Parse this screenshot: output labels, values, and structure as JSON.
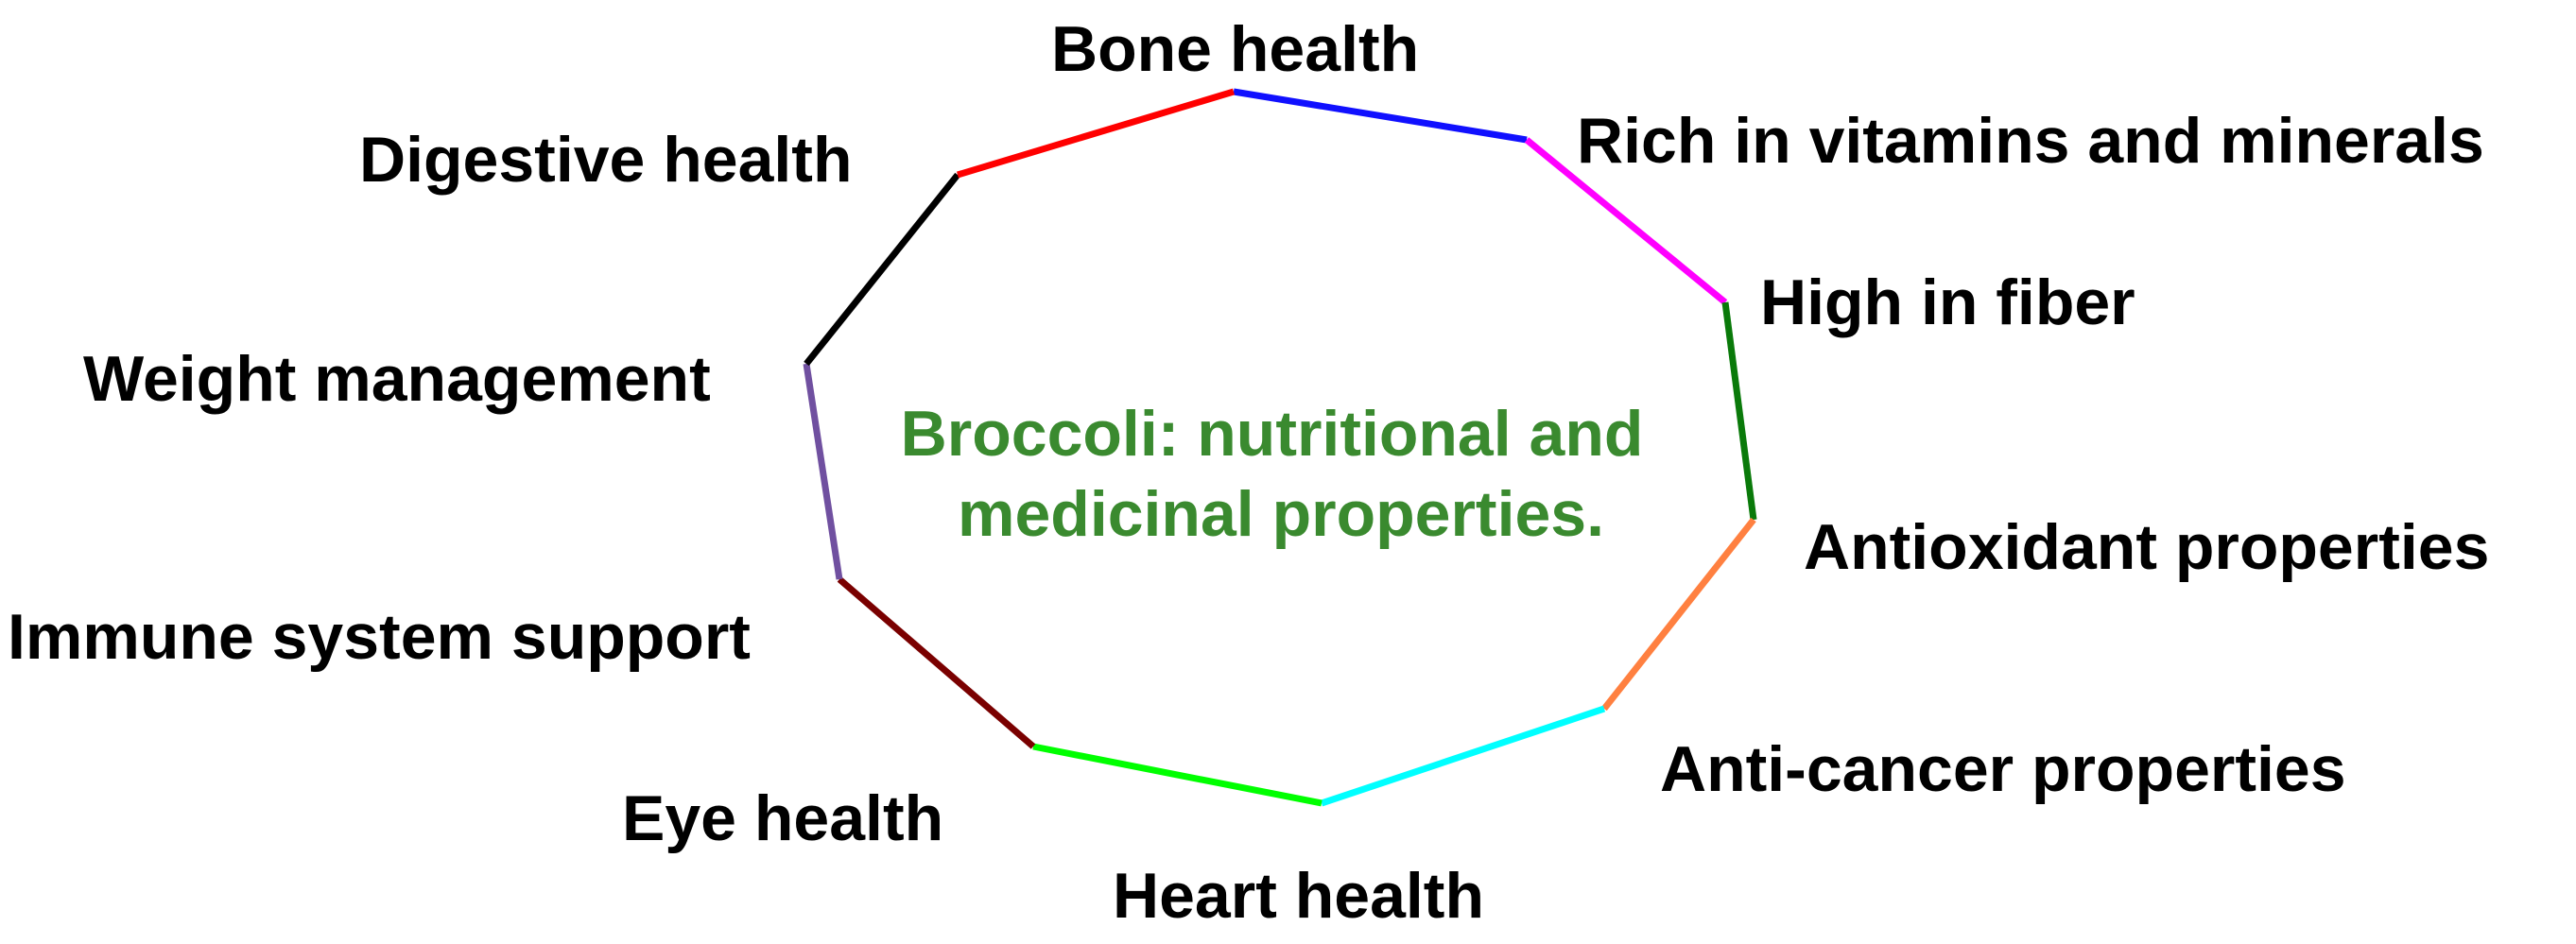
{
  "diagram": {
    "title_lines": [
      "Broccoli: nutritional and",
      "medicinal properties."
    ],
    "title_color": "#3a8a2f",
    "nodes": [
      {
        "label": "Bone health",
        "edge_color": "#1010ff"
      },
      {
        "label": "Rich in vitamins and minerals",
        "edge_color": "#ff00ff"
      },
      {
        "label": "High in fiber",
        "edge_color": "#0a7a0a"
      },
      {
        "label": "Antioxidant properties",
        "edge_color": "#ff8040"
      },
      {
        "label": "Anti-cancer properties",
        "edge_color": "#00ffff"
      },
      {
        "label": "Heart health",
        "edge_color": "#00ff00"
      },
      {
        "label": "Eye health",
        "edge_color": "#7a0000"
      },
      {
        "label": "Immune system support",
        "edge_color": "#7050a0"
      },
      {
        "label": "Weight management",
        "edge_color": "#000000"
      },
      {
        "label": "Digestive health",
        "edge_color": "#ff0000"
      }
    ]
  }
}
